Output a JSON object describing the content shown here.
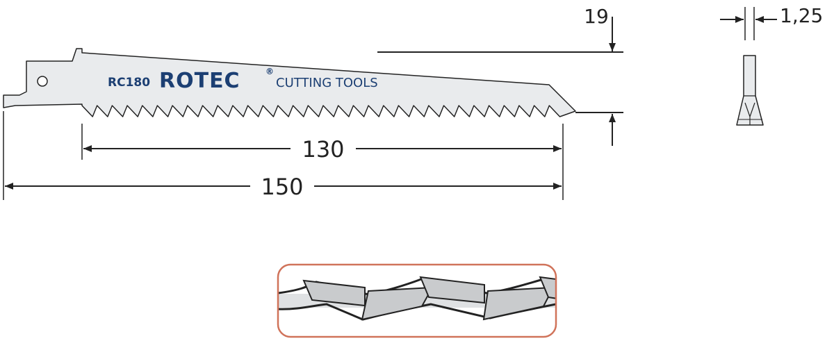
{
  "blade": {
    "model": "RC180",
    "brand": "ROTEC",
    "registered_mark": "®",
    "tagline": "CUTTING TOOLS"
  },
  "dimensions": {
    "length_total": "150",
    "length_cutting": "130",
    "height": "19",
    "thickness": "1,25"
  },
  "colors": {
    "brand_blue": "#1c3f73",
    "line": "#222222",
    "blade_fill": "#e9ebed",
    "tooth_detail_border": "#d0735a"
  }
}
